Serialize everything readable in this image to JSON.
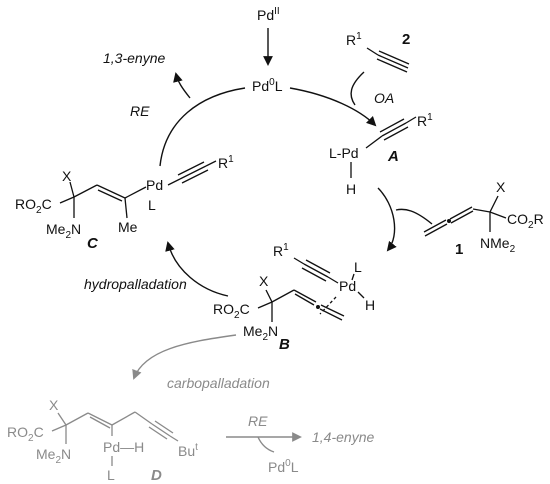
{
  "species": {
    "pd_ii": "Pd",
    "pd_ii_ox": "II",
    "pd0l_pd": "Pd",
    "pd0l_sup": "0",
    "pd0l_l": "L",
    "alkyne_r": "R",
    "alkyne_r_sup": "1",
    "compound_2": "2",
    "compound_1": "1",
    "int_a": "A",
    "int_b": "B",
    "int_c": "C",
    "int_d": "D"
  },
  "labels": {
    "enyne_13": "1,3-enyne",
    "enyne_14": "1,4-enyne",
    "re": "RE",
    "re_bottom": "RE",
    "oa": "OA",
    "hydropalladation": "hydropalladation",
    "carbopalladation": "carbopalladation"
  },
  "atoms": {
    "r1": "R",
    "r1_sup": "1",
    "lpd": "L-Pd",
    "h": "H",
    "x": "X",
    "co2r_a": "RO",
    "co2r_b": "2",
    "co2r_c": "C",
    "co2r_right_a": "CO",
    "co2r_right_b": "2",
    "co2r_right_c": "R",
    "nme2_a": "NMe",
    "nme2_b": "2",
    "me2n_a": "Me",
    "me2n_b": "2",
    "me2n_c": "N",
    "pd": "Pd",
    "l": "L",
    "me": "Me",
    "pd_h": "Pd",
    "pd_h_dash": "—H",
    "but": "Bu",
    "but_sup": "t",
    "pd0l_bottom_pd": "Pd",
    "pd0l_bottom_sup": "0",
    "pd0l_bottom_l": "L"
  },
  "colors": {
    "main": "#111111",
    "faded": "#8a8a8a"
  }
}
